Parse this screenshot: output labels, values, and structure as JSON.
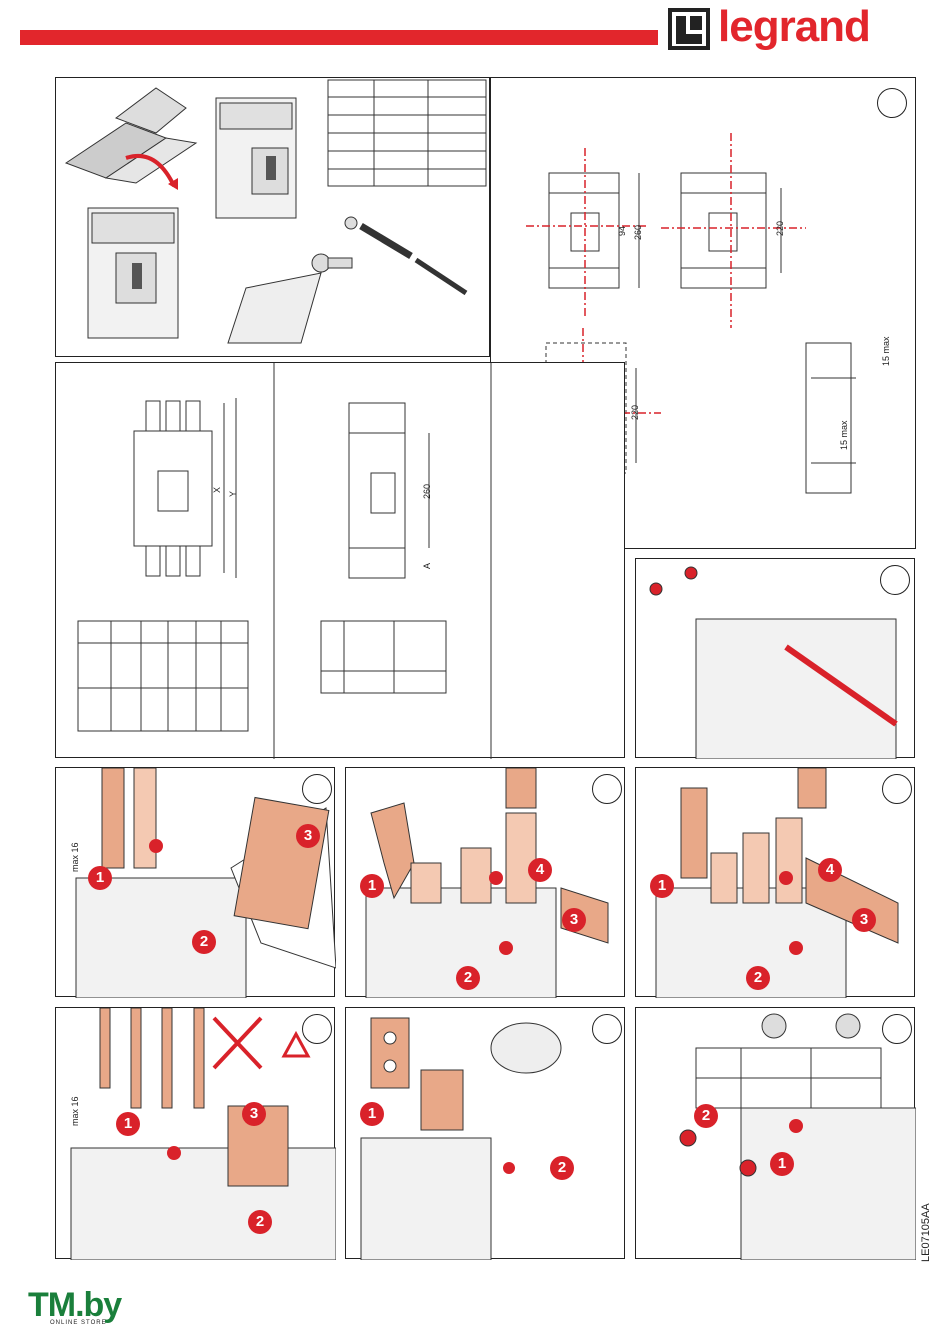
{
  "header": {
    "brand": "legrand",
    "bar_color": "#e2262c"
  },
  "dims": {
    "d260": "260",
    "d94": "94",
    "d220": "220",
    "d220b": "220",
    "d15a": "15 max",
    "d15b": "15 max",
    "x": "X",
    "y": "Y",
    "d260b": "260",
    "a": "A",
    "max16a": "max 16",
    "max16b": "max 16"
  },
  "steps": {
    "s1": "1",
    "s2": "2",
    "s3": "3",
    "s4": "4"
  },
  "footer": {
    "doc_code": "LE07105AA",
    "watermark": "TM.by",
    "watermark_sub": "ONLINE STORE"
  }
}
